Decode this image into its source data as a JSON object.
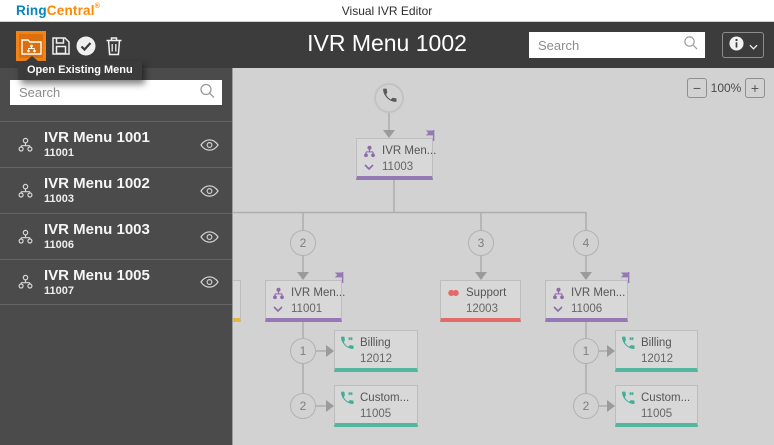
{
  "topbar": {
    "logo_ring": "Ring",
    "logo_central": "Central",
    "logo_tm": "®",
    "app_title": "Visual IVR Editor"
  },
  "toolbar": {
    "menu_title": "IVR Menu 1002",
    "search_placeholder": "Search",
    "open_tooltip": "Open Existing Menu"
  },
  "sidebar": {
    "search_placeholder": "Search",
    "menus": [
      {
        "name": "IVR Menu 1001",
        "ext": "11001"
      },
      {
        "name": "IVR Menu 1002",
        "ext": "11003"
      },
      {
        "name": "IVR Menu 1003",
        "ext": "11006"
      },
      {
        "name": "IVR Menu 1005",
        "ext": "11007"
      }
    ]
  },
  "canvas": {
    "zoom_out": "−",
    "zoom_level": "100%",
    "zoom_in": "+",
    "root_node": {
      "label": "IVR Men...",
      "ext": "11003"
    },
    "branches": [
      {
        "key": "2",
        "label": "IVR Men...",
        "ext": "11001"
      },
      {
        "key": "3",
        "label": "Support",
        "ext": "12003"
      },
      {
        "key": "4",
        "label": "IVR Men...",
        "ext": "11006"
      }
    ],
    "left_children": [
      {
        "key": "1",
        "label": "Billing",
        "ext": "12012"
      },
      {
        "key": "2",
        "label": "Custom...",
        "ext": "11005"
      }
    ],
    "right_children": [
      {
        "key": "1",
        "label": "Billing",
        "ext": "12012"
      },
      {
        "key": "2",
        "label": "Custom...",
        "ext": "11005"
      }
    ]
  },
  "colors": {
    "brand_blue": "#0684BC",
    "brand_orange": "#FF8800",
    "highlight_orange": "#F08418",
    "menu_purple": "#9678B4",
    "queue_red": "#E46A6A",
    "extension_teal": "#52B79E",
    "partial_yellow": "#E2B93E"
  }
}
